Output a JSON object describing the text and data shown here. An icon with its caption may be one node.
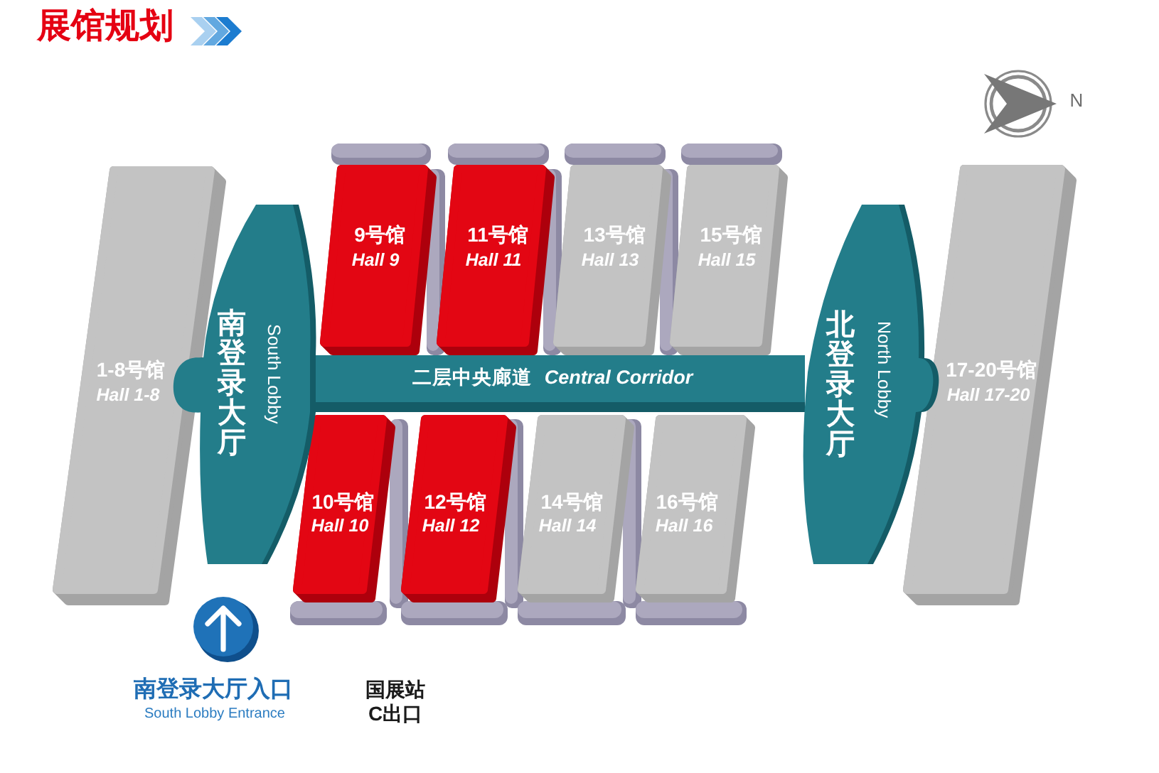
{
  "diagram": {
    "title": "展馆规划",
    "nodes": [
      {
        "text": [
          "1-8号馆",
          "Hall 1-8"
        ]
      },
      {
        "text": [
          "南登录大厅",
          "South Lobby"
        ]
      },
      {
        "text": [
          "9号馆",
          "Hall 9"
        ]
      },
      {
        "text": [
          "11号馆",
          "Hall 11"
        ]
      },
      {
        "text": [
          "13号馆",
          "Hall 13"
        ]
      },
      {
        "text": [
          "15号馆",
          "Hall 15"
        ]
      },
      {
        "text": [
          "二层中央廊道",
          "Central Corridor"
        ]
      },
      {
        "text": [
          "10号馆",
          "Hall 10"
        ]
      },
      {
        "text": [
          "12号馆",
          "Hall 12"
        ]
      },
      {
        "text": [
          "14号馆",
          "Hall 14"
        ]
      },
      {
        "text": [
          "16号馆",
          "Hall 16"
        ]
      },
      {
        "text": [
          "北登录大厅",
          "North Lobby"
        ]
      },
      {
        "text": [
          "17-20号馆",
          "Hall 17-20"
        ]
      }
    ],
    "labels": [
      "N",
      "南登录大厅入口",
      "South Lobby Entrance",
      "国展站",
      "C出口"
    ]
  }
}
